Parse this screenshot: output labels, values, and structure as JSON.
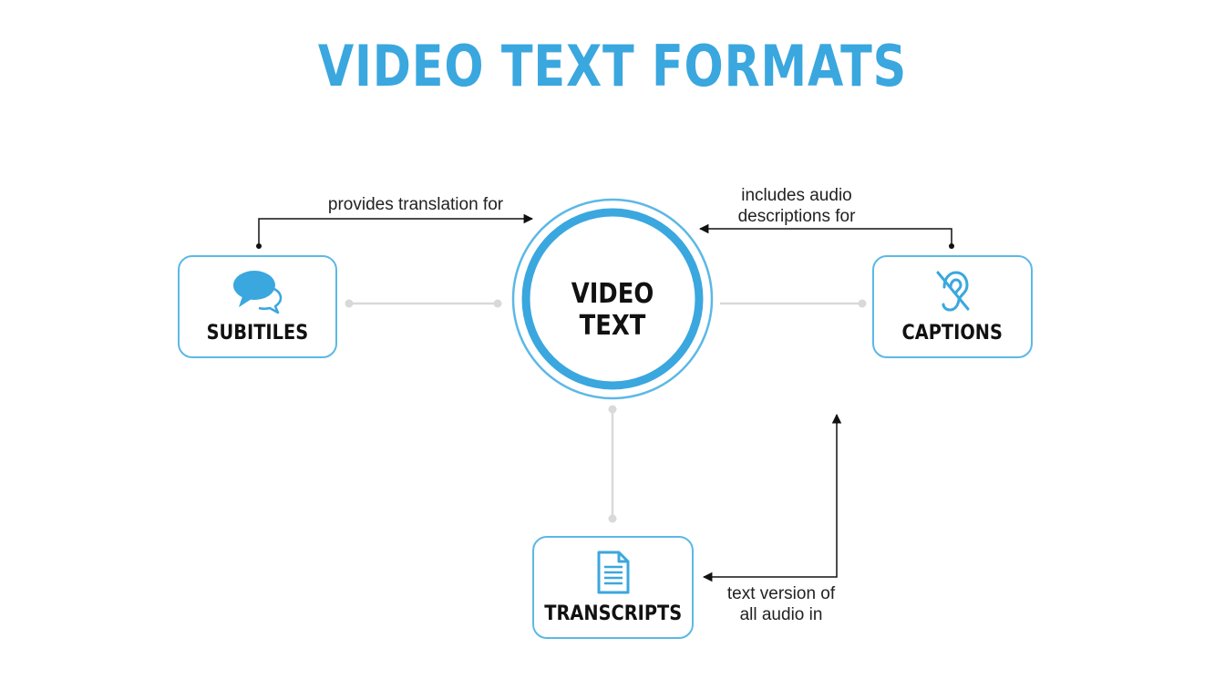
{
  "title": "VIDEO TEXT FORMATS",
  "center": {
    "label": "VIDEO TEXT"
  },
  "nodes": {
    "subtitles": {
      "label": "SUBITILES",
      "icon": "speech-bubbles-icon"
    },
    "captions": {
      "label": "CAPTIONS",
      "icon": "ear-slash-icon"
    },
    "transcripts": {
      "label": "TRANSCRIPTS",
      "icon": "document-icon"
    }
  },
  "relations": {
    "subtitles_to_center": "provides translation for",
    "captions_to_center_line1": "includes audio",
    "captions_to_center_line2": "descriptions for",
    "transcripts_to_captions_line1": "text version of",
    "transcripts_to_captions_line2": "all audio in"
  },
  "colors": {
    "accent": "#3aa7df",
    "border": "#5cb8e6",
    "connector": "#d9d9d9",
    "arrow": "#111111"
  }
}
